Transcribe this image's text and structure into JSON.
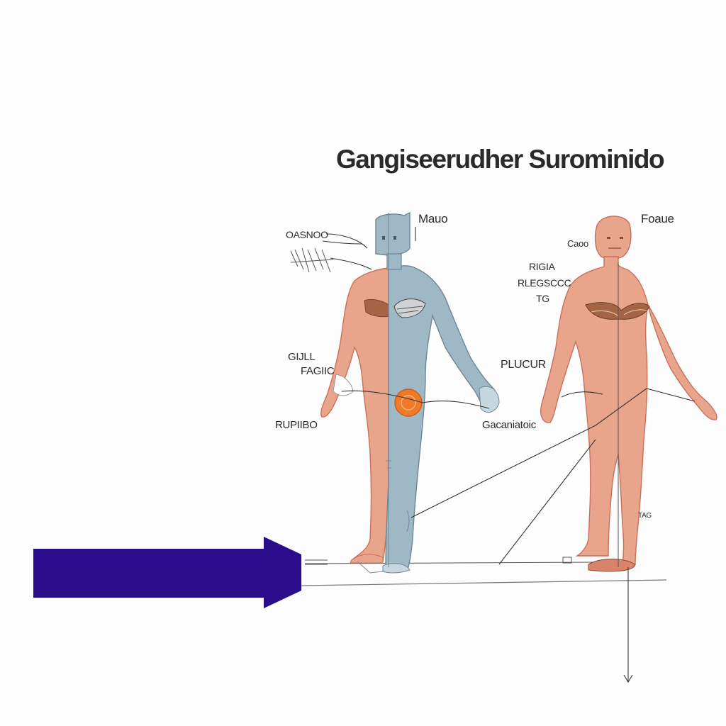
{
  "title": "Gangiseerudher Surominido",
  "labels": {
    "left_head": "Mauo",
    "left_shoulder": "OASNOO",
    "left_side_upper": [
      "GIJLL",
      "FAGIIC"
    ],
    "left_hip": "PLUCUR",
    "left_knee": "RUPIIBO",
    "left_hand": "Gacaniatoic",
    "right_head": "Foaue",
    "right_neck": "Caoo",
    "right_side_upper": [
      "RIGIA",
      "RLEGSCCC",
      "TG"
    ],
    "right_ankle": "TAG"
  },
  "colors": {
    "arrow": "#2a0d8a",
    "skin": "#e9a48c",
    "skin_stroke": "#c9705a",
    "blue_half": "#9fb8c6",
    "blue_stroke": "#6f8794",
    "organ": "#f07a2a",
    "line": "#333333"
  },
  "icons": [
    "arrow-right-icon",
    "human-figure-split",
    "human-figure-skin",
    "heart-organ-icon"
  ]
}
